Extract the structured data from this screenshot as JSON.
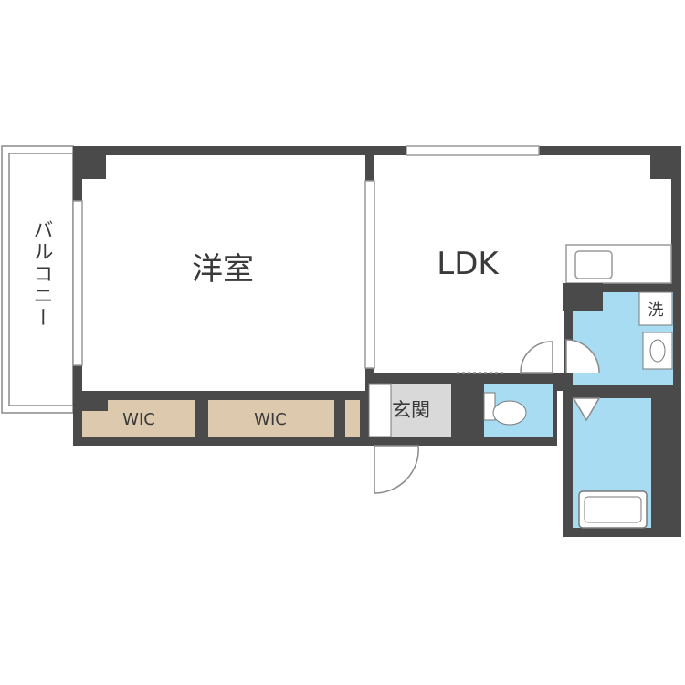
{
  "rooms": {
    "western": "洋室",
    "ldk": "LDK",
    "wic_1": "WIC",
    "wic_2": "WIC",
    "entrance": "玄関",
    "balcony": "バルコニー",
    "washroom": "洗"
  },
  "colors": {
    "wall": "#4a4a4a",
    "storage": "#dcc9ae",
    "water": "#a8dcf3",
    "entrance": "#d9d9d9",
    "floor": "#ffffff",
    "line": "#9a9a9a"
  }
}
